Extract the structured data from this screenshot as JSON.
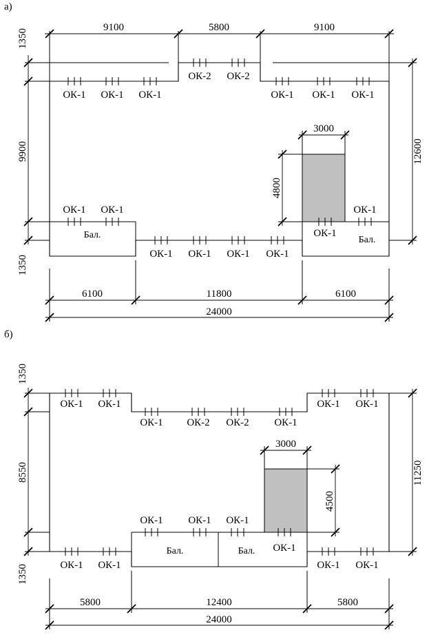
{
  "labels": {
    "a": "а)",
    "b": "б)"
  },
  "window_types": {
    "ok1": "ОК-1",
    "ok2": "ОК-2"
  },
  "balcony_label": "Бал.",
  "plan_a": {
    "top_dims": [
      "9100",
      "5800",
      "9100"
    ],
    "left_dims": [
      "1350",
      "9900",
      "1350"
    ],
    "right_dim": "12600",
    "bottom_dims": [
      "6100",
      "11800",
      "6100"
    ],
    "overall": "24000",
    "stair_width": "3000",
    "stair_height": "4800"
  },
  "plan_b": {
    "left_dims": [
      "1350",
      "8550",
      "1350"
    ],
    "right_dim": "11250",
    "bottom_dims": [
      "5800",
      "12400",
      "5800"
    ],
    "overall": "24000",
    "stair_width": "3000",
    "stair_height": "4500"
  },
  "colors": {
    "line": "#000000",
    "stair_fill": "#c0c0c0"
  }
}
